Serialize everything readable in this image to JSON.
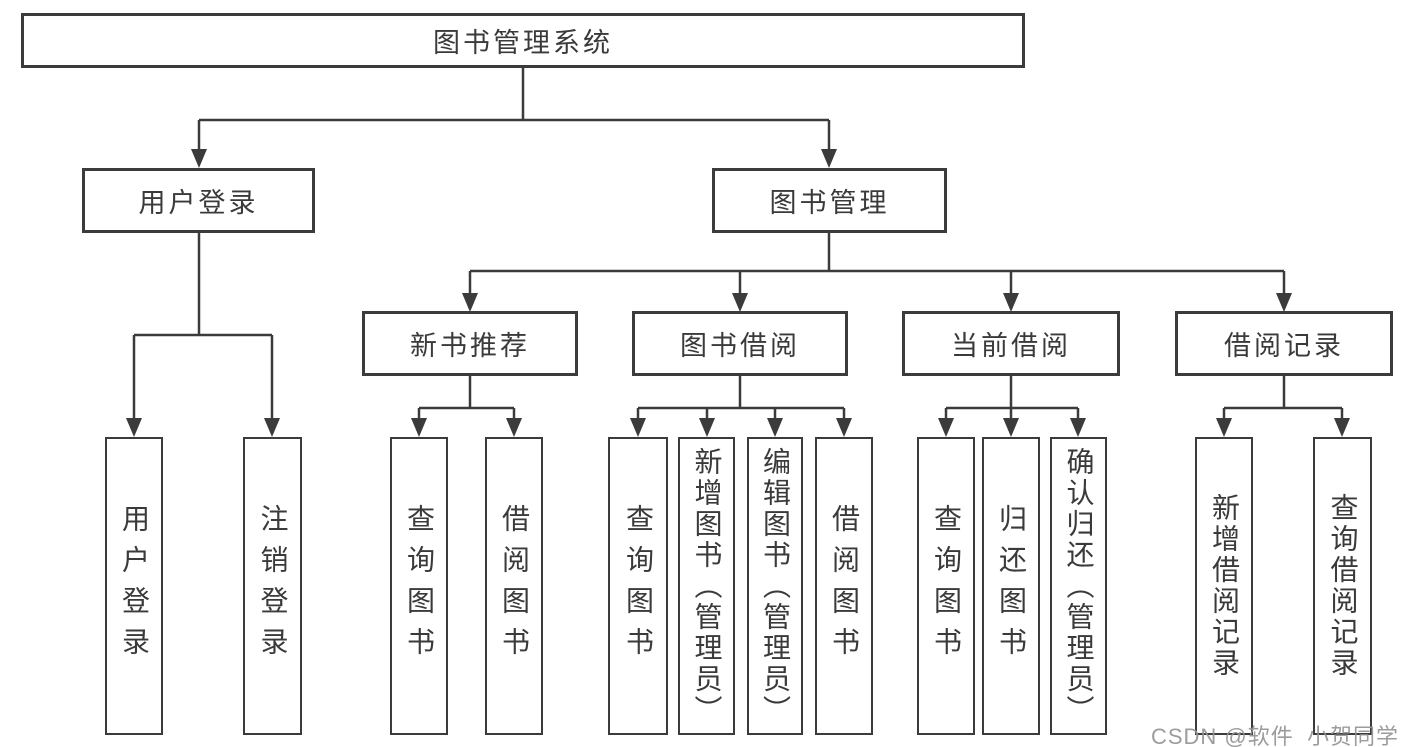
{
  "diagram": {
    "root": {
      "label": "图书管理系统"
    },
    "level2": {
      "user_login": {
        "label": "用户登录"
      },
      "book_management": {
        "label": "图书管理"
      }
    },
    "level3": {
      "new_book_recommend": {
        "label": "新书推荐"
      },
      "book_borrow": {
        "label": "图书借阅"
      },
      "current_borrow": {
        "label": "当前借阅"
      },
      "borrow_records": {
        "label": "借阅记录"
      }
    },
    "leaves": [
      {
        "label": "用户登录"
      },
      {
        "label": "注销登录"
      },
      {
        "label": "查询图书"
      },
      {
        "label": "借阅图书"
      },
      {
        "label": "查询图书"
      },
      {
        "label": "新增图书（管理员）"
      },
      {
        "label": "编辑图书（管理员）"
      },
      {
        "label": "借阅图书"
      },
      {
        "label": "查询图书"
      },
      {
        "label": "归还图书"
      },
      {
        "label": "确认归还（管理员）"
      },
      {
        "label": "新增借阅记录"
      },
      {
        "label": "查询借阅记录"
      }
    ]
  },
  "watermark": {
    "text": "CSDN @软件_小贺同学"
  },
  "colors": {
    "line": "#3b3b3b",
    "box_border": "#3b3b3b",
    "text": "#3a3a3a",
    "watermark": "#949494",
    "background": "#ffffff"
  }
}
